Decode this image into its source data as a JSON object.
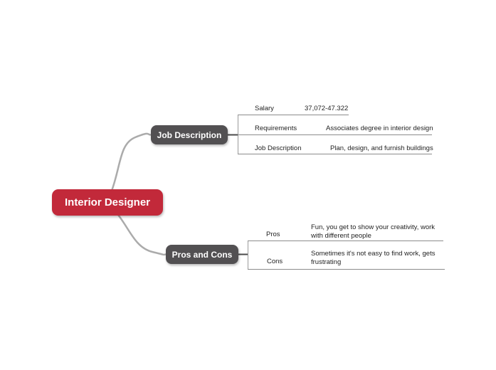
{
  "title": "Interior Designer mind map",
  "root": {
    "label": "Interior Designer",
    "color": "#c2293a",
    "text_color": "#ffffff"
  },
  "branches": [
    {
      "label": "Job Description",
      "color": "#525052",
      "children": [
        {
          "label": "Salary",
          "value": "37,072-47.322"
        },
        {
          "label": "Requirements",
          "value": "Associates degree in interior design"
        },
        {
          "label": "Job Description",
          "value": "Plan, design, and furnish buildings"
        }
      ]
    },
    {
      "label": "Pros and Cons",
      "color": "#525052",
      "children": [
        {
          "label": "Pros",
          "value": "Fun, you get to show your creativity, work\nwith different people"
        },
        {
          "label": "Cons",
          "value": "Sometimes it's not easy to find work, gets\nfrustrating"
        }
      ]
    }
  ],
  "colors": {
    "background": "#ffffff",
    "curve": "#ababab",
    "stub": "#4a4a4a",
    "bracket": "#9a9a9a",
    "text": "#1f1f1f"
  }
}
